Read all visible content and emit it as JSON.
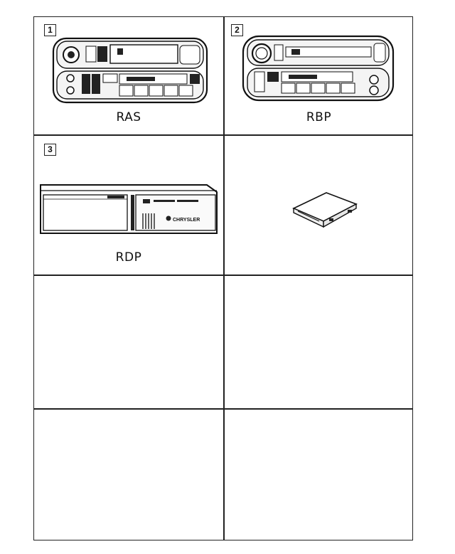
{
  "panels": [
    {
      "number": "1",
      "label": "RAS"
    },
    {
      "number": "2",
      "label": "RBP"
    },
    {
      "number": "3",
      "label": "RDP"
    },
    {
      "number": "",
      "label": ""
    }
  ],
  "rdp_brand": "CHRYSLER"
}
